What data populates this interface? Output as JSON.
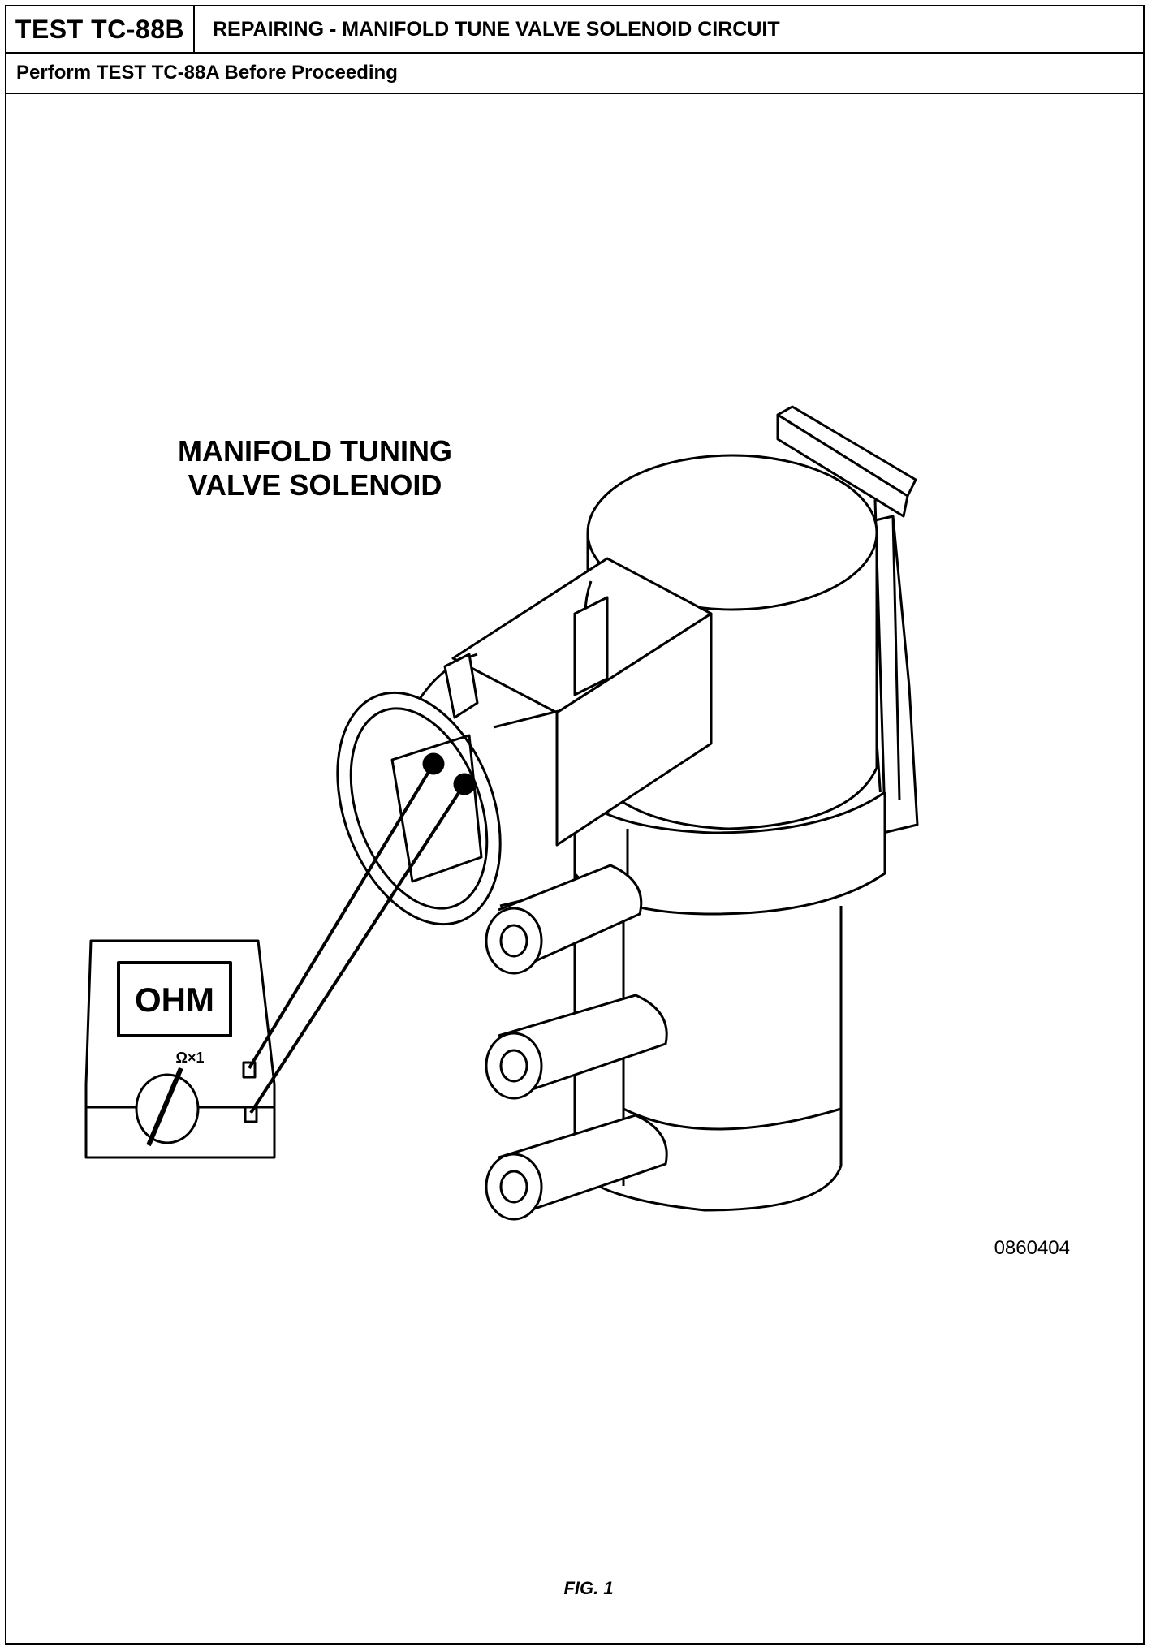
{
  "header": {
    "test_id": "TEST TC-88B",
    "title": "REPAIRING - MANIFOLD TUNE VALVE SOLENOID CIRCUIT"
  },
  "prerequisite": "Perform TEST TC-88A Before Proceeding",
  "figure": {
    "component_label_line1": "MANIFOLD TUNING",
    "component_label_line2": "VALVE SOLENOID",
    "meter_display": "OHM",
    "meter_range": "Ω×1",
    "image_code": "0860404",
    "caption": "FIG. 1"
  }
}
